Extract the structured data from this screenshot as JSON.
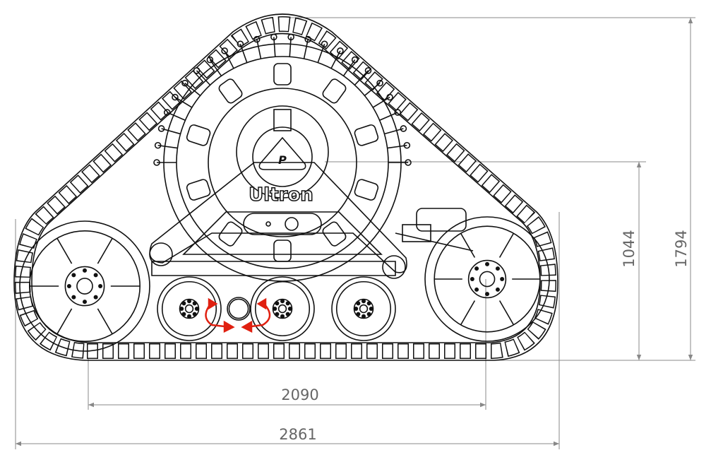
{
  "drawing": {
    "brand_label": "Ultron",
    "logo_letter": "P",
    "dimensions": {
      "inner_width": "2090",
      "overall_width": "2861",
      "axle_height": "1044",
      "overall_height": "1794"
    },
    "colors": {
      "line": "#111111",
      "dimension": "#666666",
      "arrow": "#e02010"
    }
  }
}
